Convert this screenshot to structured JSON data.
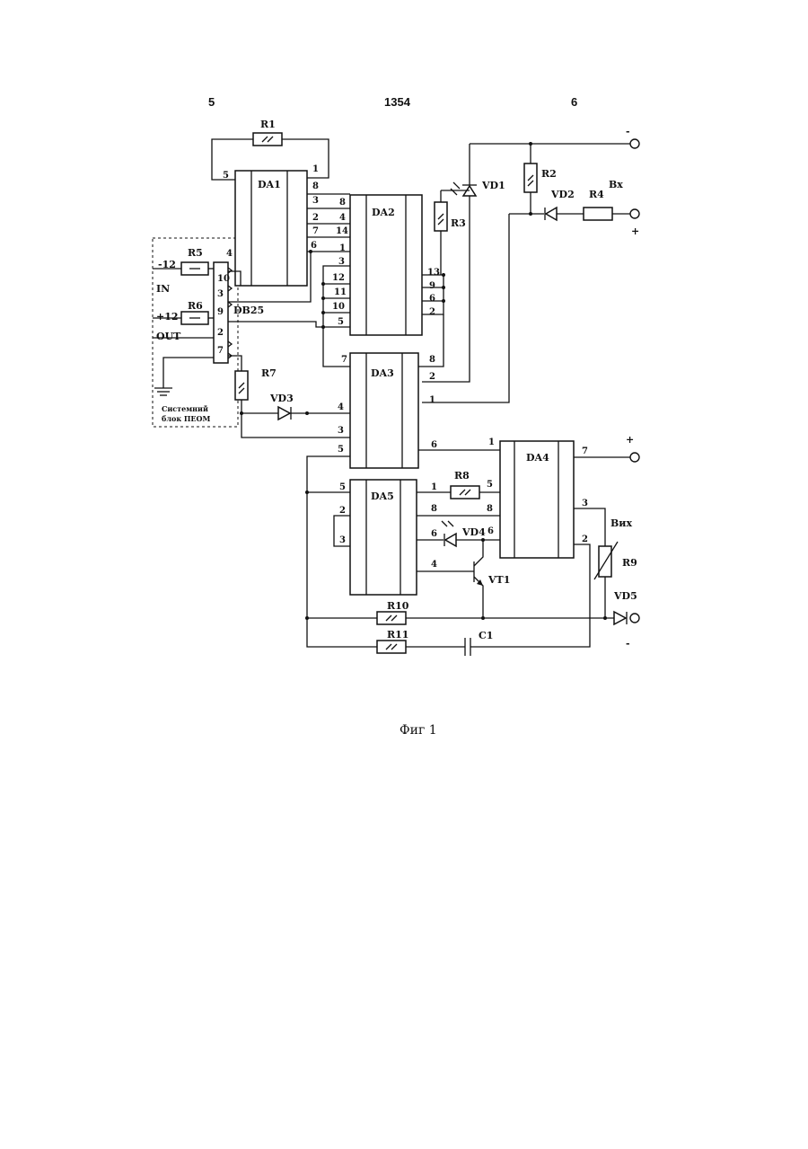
{
  "header": {
    "left_number": "5",
    "page_number": "1354",
    "right_number": "6"
  },
  "caption": "Фиг 1",
  "ics": {
    "da1": "DA1",
    "da2": "DA2",
    "da3": "DA3",
    "da4": "DA4",
    "da5": "DA5"
  },
  "resistors": {
    "r1": "R1",
    "r2": "R2",
    "r3": "R3",
    "r4": "R4",
    "r5": "R5",
    "r6": "R6",
    "r7": "R7",
    "r8": "R8",
    "r9": "R9",
    "r10": "R10",
    "r11": "R11"
  },
  "diodes": {
    "vd1": "VD1",
    "vd2": "VD2",
    "vd3": "VD3",
    "vd4": "VD4",
    "vd5": "VD5"
  },
  "transistor": "VT1",
  "capacitor": "C1",
  "connector": {
    "name": "DB25",
    "in_label": "IN",
    "out_label": "OUT",
    "minus12": "-12",
    "plus12": "+12",
    "block_line1": "Системний",
    "block_line2": "блок ПЕОМ",
    "pins": [
      "10",
      "3",
      "9",
      "2",
      "7"
    ]
  },
  "terminals": {
    "input_label": "Вх",
    "output_label": "Вих",
    "plus": "+",
    "minus": "-"
  }
}
